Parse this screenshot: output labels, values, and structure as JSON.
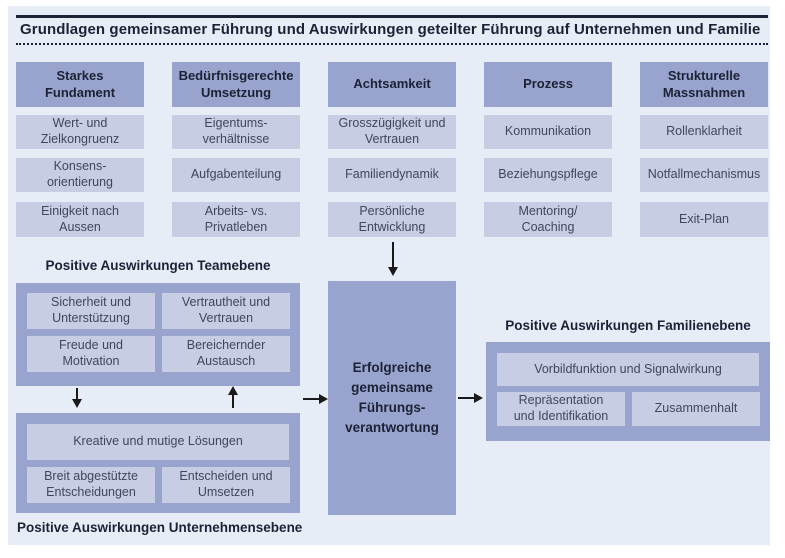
{
  "title": "Grundlagen gemeinsamer Führung und Auswirkungen geteilter Führung auf Unternehmen und Familie",
  "factor_columns": [
    {
      "header": "Starkes\nFundament",
      "items": [
        "Wert- und\nZielkongruenz",
        "Konsens-\norientierung",
        "Einigkeit nach\nAussen"
      ]
    },
    {
      "header": "Bedürfnisgerechte\nUmsetzung",
      "items": [
        "Eigentums-\nverhältnisse",
        "Aufgabenteilung",
        "Arbeits- vs.\nPrivatleben"
      ]
    },
    {
      "header": "Achtsamkeit",
      "items": [
        "Grosszügigkeit und\nVertrauen",
        "Familiendynamik",
        "Persönliche\nEntwicklung"
      ]
    },
    {
      "header": "Prozess",
      "items": [
        "Kommunikation",
        "Beziehungspflege",
        "Mentoring/\nCoaching"
      ]
    },
    {
      "header": "Strukturelle\nMassnahmen",
      "items": [
        "Rollenklarheit",
        "Notfallmechanismus",
        "Exit-Plan"
      ]
    }
  ],
  "center_box": {
    "label": "Erfolgreiche\ngemeinsame\nFührungs-\nverantwortung"
  },
  "team_section": {
    "label": "Positive Auswirkungen Teamebene",
    "items": [
      "Sicherheit und\nUnterstützung",
      "Vertrautheit und\nVertrauen",
      "Freude und\nMotivation",
      "Bereichernder\nAustausch"
    ]
  },
  "company_section": {
    "label": "Positive Auswirkungen Unternehmensebene",
    "items": [
      "Kreative und mutige Lösungen",
      "Breit abgestützte\nEntscheidungen",
      "Entscheiden und\nUmsetzen"
    ]
  },
  "family_section": {
    "label": "Positive Auswirkungen Familienebene",
    "items": [
      "Vorbildfunktion und Signalwirkung",
      "Repräsentation\nund Identifikation",
      "Zusammenhalt"
    ]
  },
  "colors": {
    "panel_bg": "#e7edf6",
    "box_medium": "#99a4ce",
    "box_light": "#c7cde2",
    "text_dark": "#1b2235",
    "text_item": "#3f475e",
    "line": "#1b2235",
    "arrow": "#1a1a1a"
  }
}
